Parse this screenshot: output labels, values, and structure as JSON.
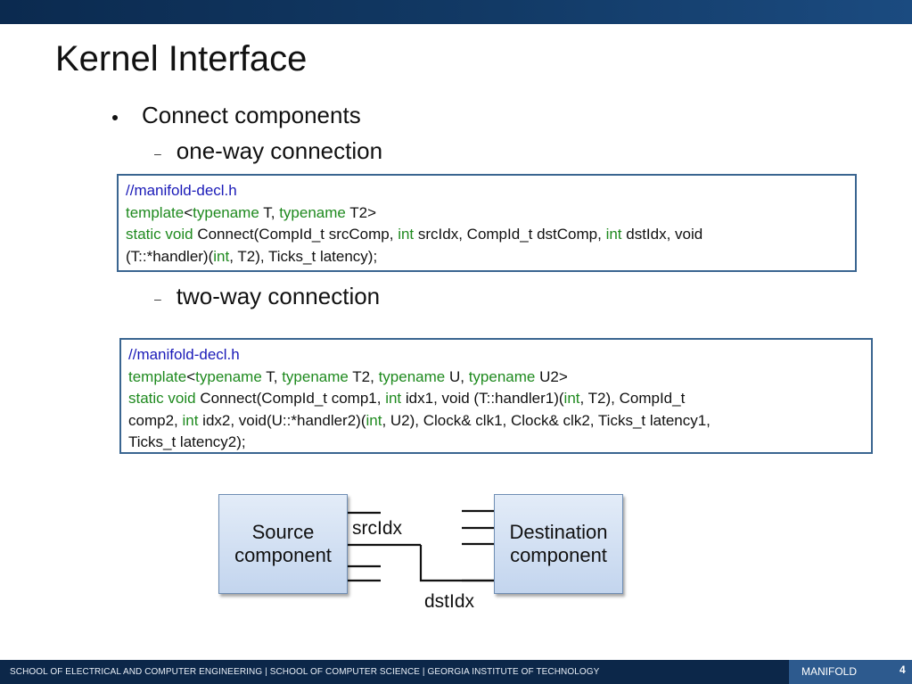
{
  "slide": {
    "title": "Kernel Interface",
    "bullet_main": "Connect components",
    "sub_one_way": "one-way connection",
    "sub_two_way": "two-way connection",
    "sub_dash": "–"
  },
  "code_one_way": {
    "comment": "//manifold-decl.h",
    "l2_kw1": "template",
    "l2_t1": "<",
    "l2_kw2": "typename",
    "l2_t2": " T, ",
    "l2_kw3": "typename",
    "l2_t3": " T2>",
    "l3_kw1": "static void",
    "l3_t1": " Connect(CompId_t srcComp, ",
    "l3_kw2": "int",
    "l3_t2": " srcIdx, CompId_t dstComp, ",
    "l3_kw3": "int",
    "l3_t3": " dstIdx, void",
    "l4_t1": "(T::*handler)(",
    "l4_kw1": "int",
    "l4_t2": ", T2), Ticks_t latency);"
  },
  "code_two_way": {
    "comment": "//manifold-decl.h",
    "l2_kw1": "template",
    "l2_t1": "<",
    "l2_kw2": "typename",
    "l2_t2": " T, ",
    "l2_kw3": "typename",
    "l2_t3": " T2, ",
    "l2_kw4": "typename",
    "l2_t4": " U, ",
    "l2_kw5": "typename",
    "l2_t5": " U2>",
    "l3_kw1": "static void",
    "l3_t1": " Connect(CompId_t comp1, ",
    "l3_kw2": "int",
    "l3_t2": " idx1, void (T::handler1)(",
    "l3_kw3": "int",
    "l3_t3": ", T2), CompId_t",
    "l4_t1": "comp2, ",
    "l4_kw1": "int",
    "l4_t2": " idx2, void(U::*handler2)(",
    "l4_kw2": "int",
    "l4_t3": ", U2), Clock& clk1, Clock& clk2, Ticks_t latency1,",
    "l5_t1": "Ticks_t latency2);"
  },
  "diagram": {
    "source_line1": "Source",
    "source_line2": "component",
    "dest_line1": "Destination",
    "dest_line2": "component",
    "src_port_label": "srcIdx",
    "dst_port_label": "dstIdx"
  },
  "footer": {
    "text": "SCHOOL OF ELECTRICAL AND COMPUTER ENGINEERING | SCHOOL OF COMPUTER SCIENCE | GEORGIA INSTITUTE OF TECHNOLOGY",
    "brand": "MANIFOLD",
    "page_number": "4"
  },
  "colors": {
    "header_band": "#0b2a4f",
    "footer_band": "#0c2749",
    "footer_brand_block": "#2d5a8e",
    "code_border": "#3a6590",
    "code_comment": "#1a1ab8",
    "code_keyword": "#1f8a1f"
  }
}
